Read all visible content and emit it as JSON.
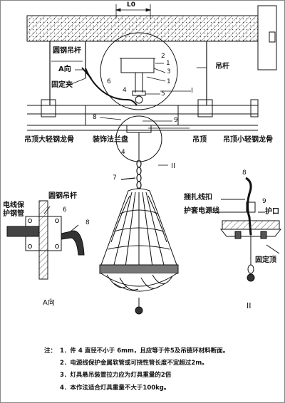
{
  "labels": {
    "lo": "L0",
    "round_steel_rod": "圆钢吊杆",
    "view_a_arrow": "A向",
    "fixing_clip": "固定夹",
    "hanger_rod": "吊杆",
    "ceiling_main_keel": "吊顶大轻钢龙骨",
    "decorative_flange": "装饰法兰盘",
    "ceiling": "吊顶",
    "ceiling_minor_keel": "吊顶小轻钢龙骨",
    "detail_i": "I",
    "detail_ii": "II",
    "wire_protect_tube": "电线保护钢管",
    "round_steel_rod_a": "圆钢吊杆",
    "view_a": "A向",
    "wire_binding": "捆扎线扣",
    "sheath_wire": "护套电源线",
    "guard": "护口",
    "fixed_top": "固定顶",
    "detail_ii_bottom": "II"
  },
  "numbers": {
    "n1a": "1",
    "n2a": "2",
    "n3": "3",
    "n1b": "1",
    "n4a": "4",
    "n5": "5",
    "n6a": "6",
    "n8a": "8",
    "n9a": "9",
    "n4b": "4",
    "n7": "7",
    "n6b": "6",
    "n8b": "8",
    "n8c": "8",
    "n9b": "9"
  },
  "notes": {
    "prefix": "注：",
    "n1": "1．件 4 直径不小于 6mm，且应等于件5及吊链环材料断面。",
    "n2": "2．电源线保护金属软管或可挠性管长度不宜超过2m。",
    "n3": "3．灯具悬吊装置拉力应为灯具重量的2倍",
    "n4": "4．本作法适合灯具重量不大于100kg。"
  },
  "colors": {
    "line": "#111111",
    "hatch": "#555555",
    "background": "#ffffff"
  }
}
